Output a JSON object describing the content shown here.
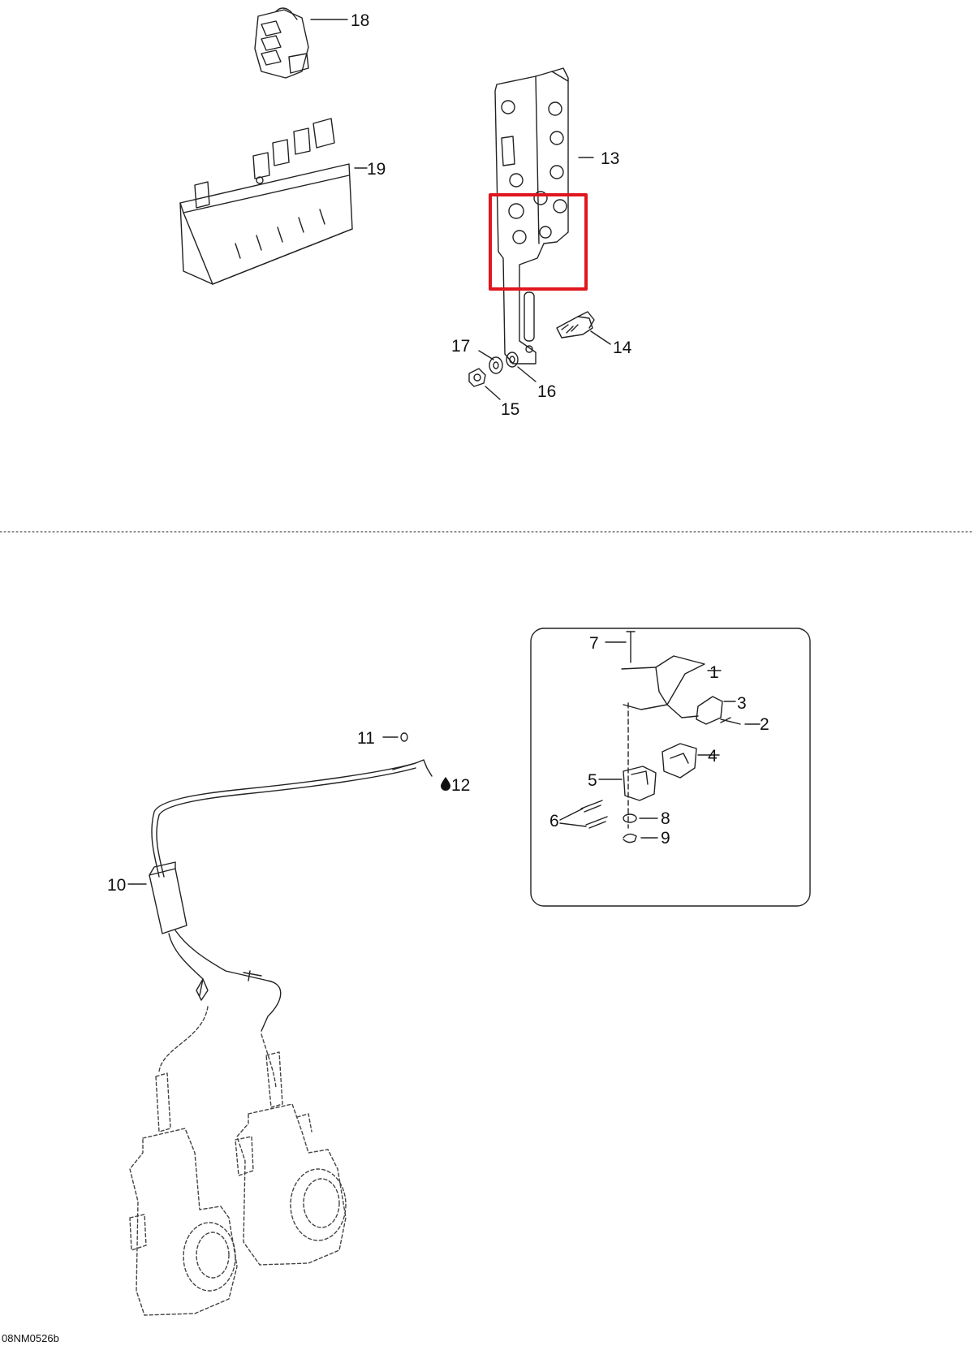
{
  "diagram": {
    "reference_code": "08NM0526b",
    "highlight_color": "#e0161e",
    "callouts": [
      {
        "id": "1",
        "text": "1"
      },
      {
        "id": "2",
        "text": "2"
      },
      {
        "id": "3",
        "text": "3"
      },
      {
        "id": "4",
        "text": "4"
      },
      {
        "id": "5",
        "text": "5"
      },
      {
        "id": "6",
        "text": "6"
      },
      {
        "id": "7",
        "text": "7"
      },
      {
        "id": "8",
        "text": "8"
      },
      {
        "id": "9",
        "text": "9"
      },
      {
        "id": "10",
        "text": "10"
      },
      {
        "id": "11",
        "text": "11"
      },
      {
        "id": "12",
        "text": "12",
        "icon": "oil-drop-icon"
      },
      {
        "id": "13",
        "text": "13"
      },
      {
        "id": "14",
        "text": "14"
      },
      {
        "id": "15",
        "text": "15"
      },
      {
        "id": "16",
        "text": "16"
      },
      {
        "id": "17",
        "text": "17"
      },
      {
        "id": "18",
        "text": "18"
      },
      {
        "id": "19",
        "text": "19"
      }
    ]
  }
}
